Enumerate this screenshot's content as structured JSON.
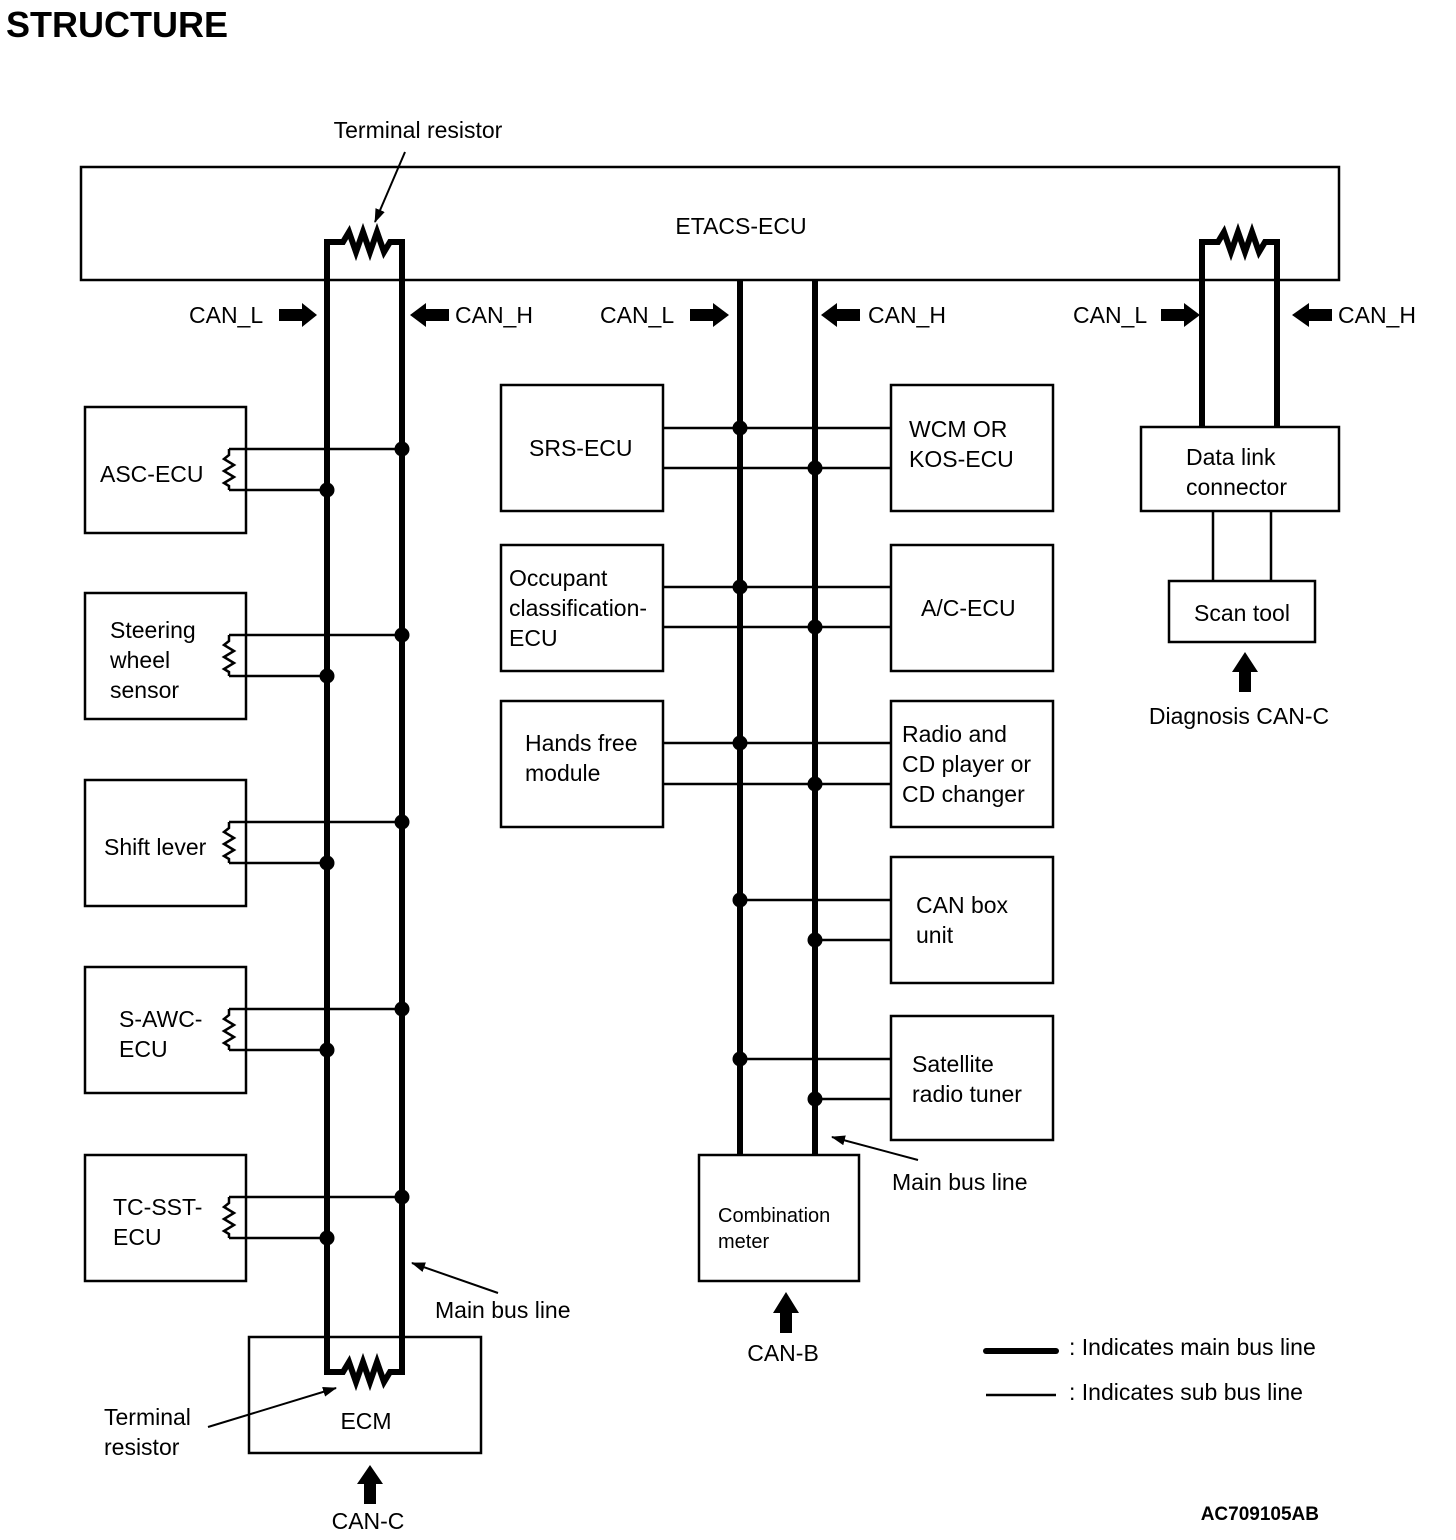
{
  "title": "STRUCTURE",
  "figure_code": "AC709105AB",
  "top_ecu": {
    "label": "ETACS-ECU"
  },
  "labels": {
    "terminal_resistor_top": "Terminal resistor",
    "terminal_resistor_bottom_line1": "Terminal",
    "terminal_resistor_bottom_line2": "resistor",
    "main_bus_line_left": "Main bus line",
    "main_bus_line_center": "Main bus line",
    "can_l": "CAN_L",
    "can_h": "CAN_H",
    "can_c": "CAN-C",
    "can_b": "CAN-B",
    "diagnosis_can_c": "Diagnosis CAN-C"
  },
  "can_c_bus": {
    "nodes": [
      {
        "lines": [
          "ASC-ECU"
        ]
      },
      {
        "lines": [
          "Steering",
          "wheel",
          "sensor"
        ]
      },
      {
        "lines": [
          "Shift lever"
        ]
      },
      {
        "lines": [
          "S-AWC-",
          "ECU"
        ]
      },
      {
        "lines": [
          "TC-SST-",
          "ECU"
        ]
      }
    ],
    "end_node": {
      "label": "ECM"
    }
  },
  "can_b_bus": {
    "left_nodes": [
      {
        "lines": [
          "SRS-ECU"
        ]
      },
      {
        "lines": [
          "Occupant",
          "classification-",
          "ECU"
        ]
      },
      {
        "lines": [
          "Hands free",
          "module"
        ]
      }
    ],
    "right_nodes": [
      {
        "lines": [
          "WCM OR",
          "KOS-ECU"
        ]
      },
      {
        "lines": [
          "A/C-ECU"
        ]
      },
      {
        "lines": [
          "Radio and",
          "CD player or",
          "CD changer"
        ]
      },
      {
        "lines": [
          "CAN box",
          "unit"
        ]
      },
      {
        "lines": [
          "Satellite",
          "radio tuner"
        ]
      }
    ],
    "end_node": {
      "lines": [
        "Combination",
        "meter"
      ]
    }
  },
  "diagnosis": {
    "connector": {
      "lines": [
        "Data link",
        "connector"
      ]
    },
    "tool": {
      "label": "Scan tool"
    }
  },
  "legend": {
    "main": ": Indicates main bus line",
    "sub": ": Indicates sub bus line"
  }
}
